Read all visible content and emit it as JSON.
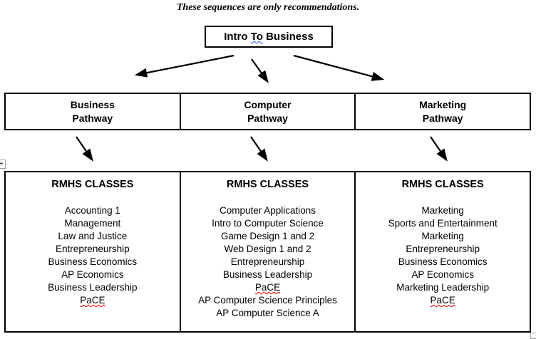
{
  "note": "These sequences are only recommendations.",
  "intro_box": {
    "text_before": "Intro ",
    "grammar_flagged_word": "To",
    "text_after": " Business"
  },
  "pathways": [
    {
      "label_line1": "Business",
      "label_line2": "Pathway"
    },
    {
      "label_line1": "Computer",
      "label_line2": "Pathway"
    },
    {
      "label_line1": "Marketing",
      "label_line2": "Pathway"
    }
  ],
  "class_columns": [
    {
      "header": "RMHS CLASSES",
      "classes": [
        "Accounting 1",
        "Management",
        "Law and Justice",
        "Entrepreneurship",
        "Business Economics",
        "AP Economics",
        "Business Leadership",
        "PaCE"
      ]
    },
    {
      "header": "RMHS CLASSES",
      "classes": [
        "Computer Applications",
        "Intro to Computer Science",
        "Game Design 1 and 2",
        "Web Design 1 and 2",
        "Entrepreneurship",
        "Business Leadership",
        "PaCE",
        "AP Computer Science Principles",
        "AP Computer Science A"
      ]
    },
    {
      "header": "RMHS CLASSES",
      "classes": [
        "Marketing",
        "Sports and Entertainment",
        "Marketing",
        "Entrepreneurship",
        "Business Economics",
        "AP Economics",
        "Marketing Leadership",
        "PaCE"
      ]
    }
  ],
  "icons": {
    "table_move_handle_glyph": "+"
  },
  "colors": {
    "border": "#000000",
    "text": "#000000",
    "background": "#ffffff",
    "grammar_underline": "#3060d0",
    "spellcheck_underline": "#e00000"
  }
}
